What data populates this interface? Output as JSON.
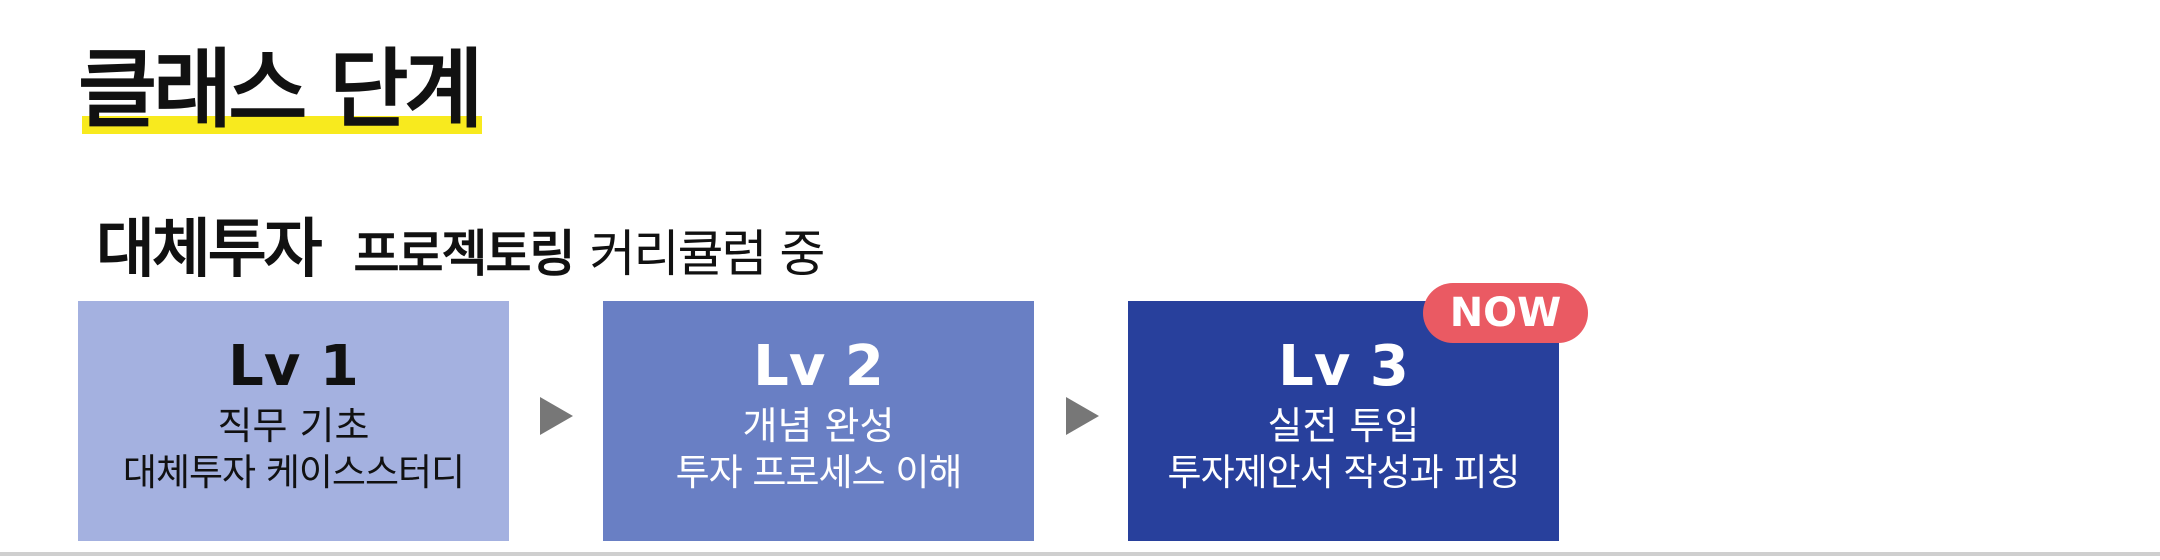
{
  "header": {
    "title": "클래스 단계"
  },
  "subtitle": {
    "main": "대체투자",
    "bold": "프로젝토링",
    "normal": "커리큘럼 중"
  },
  "levels": [
    {
      "level": "Lv 1",
      "subject": "직무 기초",
      "desc": "대체투자 케이스스터디"
    },
    {
      "level": "Lv 2",
      "subject": "개념 완성",
      "desc": "투자 프로세스 이해"
    },
    {
      "level": "Lv 3",
      "subject": "실전 투입",
      "desc": "투자제안서 작성과 피칭"
    }
  ],
  "badge": {
    "label": "NOW"
  },
  "colors": {
    "highlight": "#f8ea1e",
    "level_1_bg": "#a4b1e0",
    "level_2_bg": "#697fc4",
    "level_3_bg": "#28409c",
    "badge_bg": "#ea5a63",
    "arrow": "#777777"
  },
  "icons": {
    "arrow": "play-triangle-right"
  }
}
